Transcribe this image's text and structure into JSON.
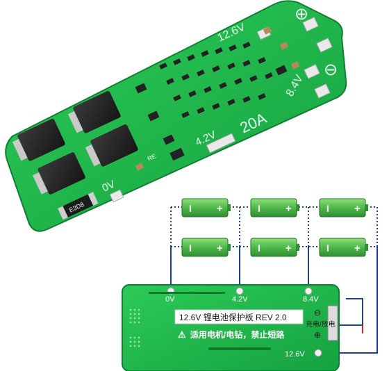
{
  "board_top": {
    "labels": {
      "v126": "12.6V",
      "v84": "8.4V",
      "v42": "4.2V",
      "v0": "0V",
      "current": "20A",
      "re": "RE",
      "mosfet_code": "E3D8"
    },
    "symbols": {
      "plus": "⊕",
      "minus": "⊖"
    }
  },
  "batteries": {
    "cell_minus": "I",
    "cell_plus": "+"
  },
  "board_bottom": {
    "labels": {
      "v0": "0V",
      "v42": "4.2V",
      "v84": "8.4V",
      "v126": "12.6V",
      "title": "12.6V 锂电池保护板 REV 2.0",
      "warning": "适用电机/电钻，禁止短路",
      "charge": "充电/放电"
    }
  },
  "colors": {
    "pcb_green": "#1fb34a",
    "pcb_dark": "#14923a",
    "wire_blue": "#1c3f9e",
    "wire_red": "#e01f1f",
    "cell_green": "#5bc25a"
  }
}
